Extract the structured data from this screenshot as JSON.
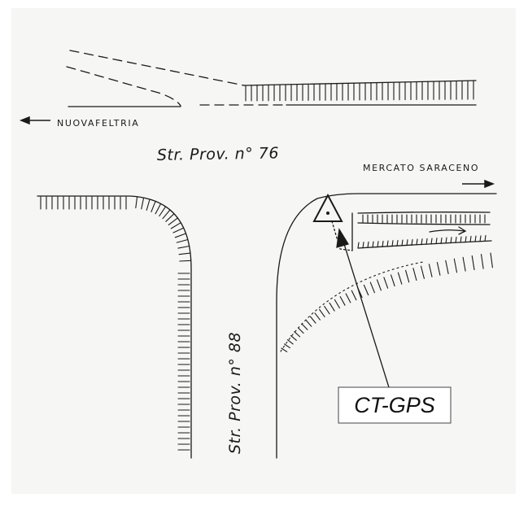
{
  "map": {
    "paper_color": "#f6f6f4",
    "ink_color": "#1a1a1a",
    "direction_left": "NUOVAFELTRIA",
    "direction_right": "MERCATO SARACENO",
    "road_horizontal": "Str. Prov. n° 76",
    "road_vertical": "Str. Prov. n° 88",
    "station_label": "CT-GPS",
    "station_icon": "triangle-benchmark-icon"
  }
}
